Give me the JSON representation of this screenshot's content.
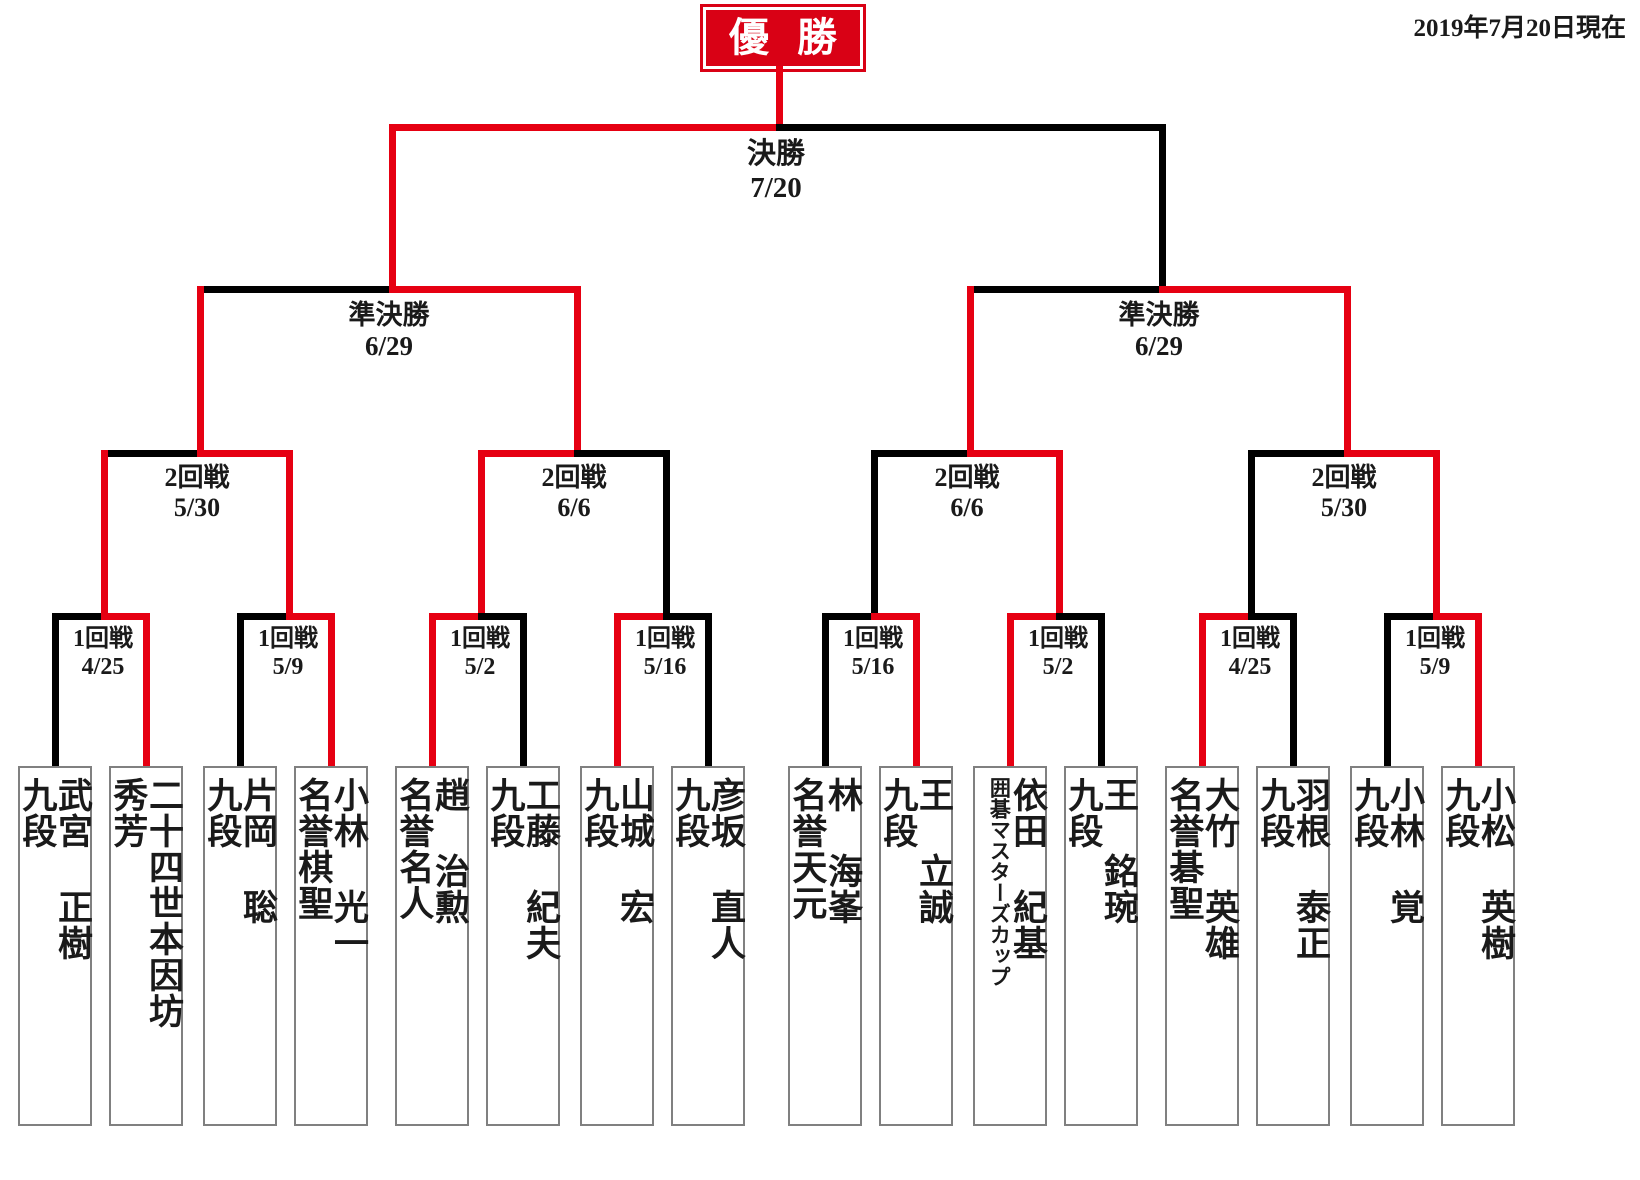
{
  "header": {
    "champion_label": "優 勝",
    "as_of_date": "2019年7月20日現在"
  },
  "rounds": {
    "final": {
      "name": "決勝",
      "date": "7/20"
    },
    "semifinal_left": {
      "name": "準決勝",
      "date": "6/29"
    },
    "semifinal_right": {
      "name": "準決勝",
      "date": "6/29"
    },
    "round2": [
      {
        "name": "2回戦",
        "date": "5/30"
      },
      {
        "name": "2回戦",
        "date": "6/6"
      },
      {
        "name": "2回戦",
        "date": "6/6"
      },
      {
        "name": "2回戦",
        "date": "5/30"
      }
    ],
    "round1": [
      {
        "name": "1回戦",
        "date": "4/25"
      },
      {
        "name": "1回戦",
        "date": "5/9"
      },
      {
        "name": "1回戦",
        "date": "5/2"
      },
      {
        "name": "1回戦",
        "date": "5/16"
      },
      {
        "name": "1回戦",
        "date": "5/16"
      },
      {
        "name": "1回戦",
        "date": "5/2"
      },
      {
        "name": "1回戦",
        "date": "4/25"
      },
      {
        "name": "1回戦",
        "date": "5/9"
      }
    ]
  },
  "players": [
    {
      "name": "武宮 正樹",
      "title": "九段",
      "advanced": false
    },
    {
      "name": "二十四世本因坊",
      "title": "秀芳",
      "advanced": true
    },
    {
      "name": "片岡 聡",
      "title": "九段",
      "advanced": false
    },
    {
      "name": "小林 光一",
      "title": "名誉棋聖",
      "advanced": true
    },
    {
      "name": "趙 治勲",
      "title": "名誉名人",
      "advanced": true
    },
    {
      "name": "工藤 紀夫",
      "title": "九段",
      "advanced": false
    },
    {
      "name": "山城 宏",
      "title": "九段",
      "advanced": true
    },
    {
      "name": "彦坂 直人",
      "title": "九段",
      "advanced": false
    },
    {
      "name": "林 海峯",
      "title": "名誉天元",
      "advanced": false
    },
    {
      "name": "王 立誠",
      "title": "九段",
      "advanced": true
    },
    {
      "name": "依田 紀基",
      "title": "囲碁マスターズカップ",
      "advanced": true
    },
    {
      "name": "王 銘琬",
      "title": "九段",
      "advanced": false
    },
    {
      "name": "大竹 英雄",
      "title": "名誉碁聖",
      "advanced": true
    },
    {
      "name": "羽根 泰正",
      "title": "九段",
      "advanced": false
    },
    {
      "name": "小林 覚",
      "title": "九段",
      "advanced": false
    },
    {
      "name": "小松 英樹",
      "title": "九段",
      "advanced": true
    }
  ],
  "colors": {
    "winner_path": "#e60012",
    "loser_path": "#000000",
    "champion_box": "#d90115",
    "player_box_border": "#808080"
  }
}
